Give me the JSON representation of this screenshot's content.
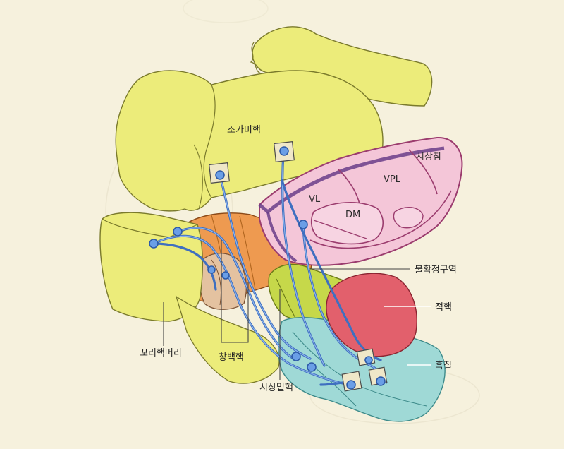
{
  "labels": {
    "caudate_body": "조가비핵",
    "thalamus": "시상침",
    "vl": "VL",
    "vpl": "VPL",
    "dm": "DM",
    "zona_incerta": "불확정구역",
    "red_nucleus": "적핵",
    "substantia_nigra": "흑질",
    "caudate_head": "꼬리핵머리",
    "globus_pallidus": "창백핵",
    "subthalamic": "시상밑핵"
  },
  "colors": {
    "background": "#f6f1dd",
    "caudate": "#ecec7a",
    "putamen_orange": "#ee9a50",
    "thalamus": "#f4c6d8",
    "thalamus_edge": "#9b3c6e",
    "red_nucleus": "#e2606c",
    "substantia_nigra": "#9fd9d6",
    "subthalamic": "#c6d84a",
    "fiber": "#3f6fc0"
  }
}
